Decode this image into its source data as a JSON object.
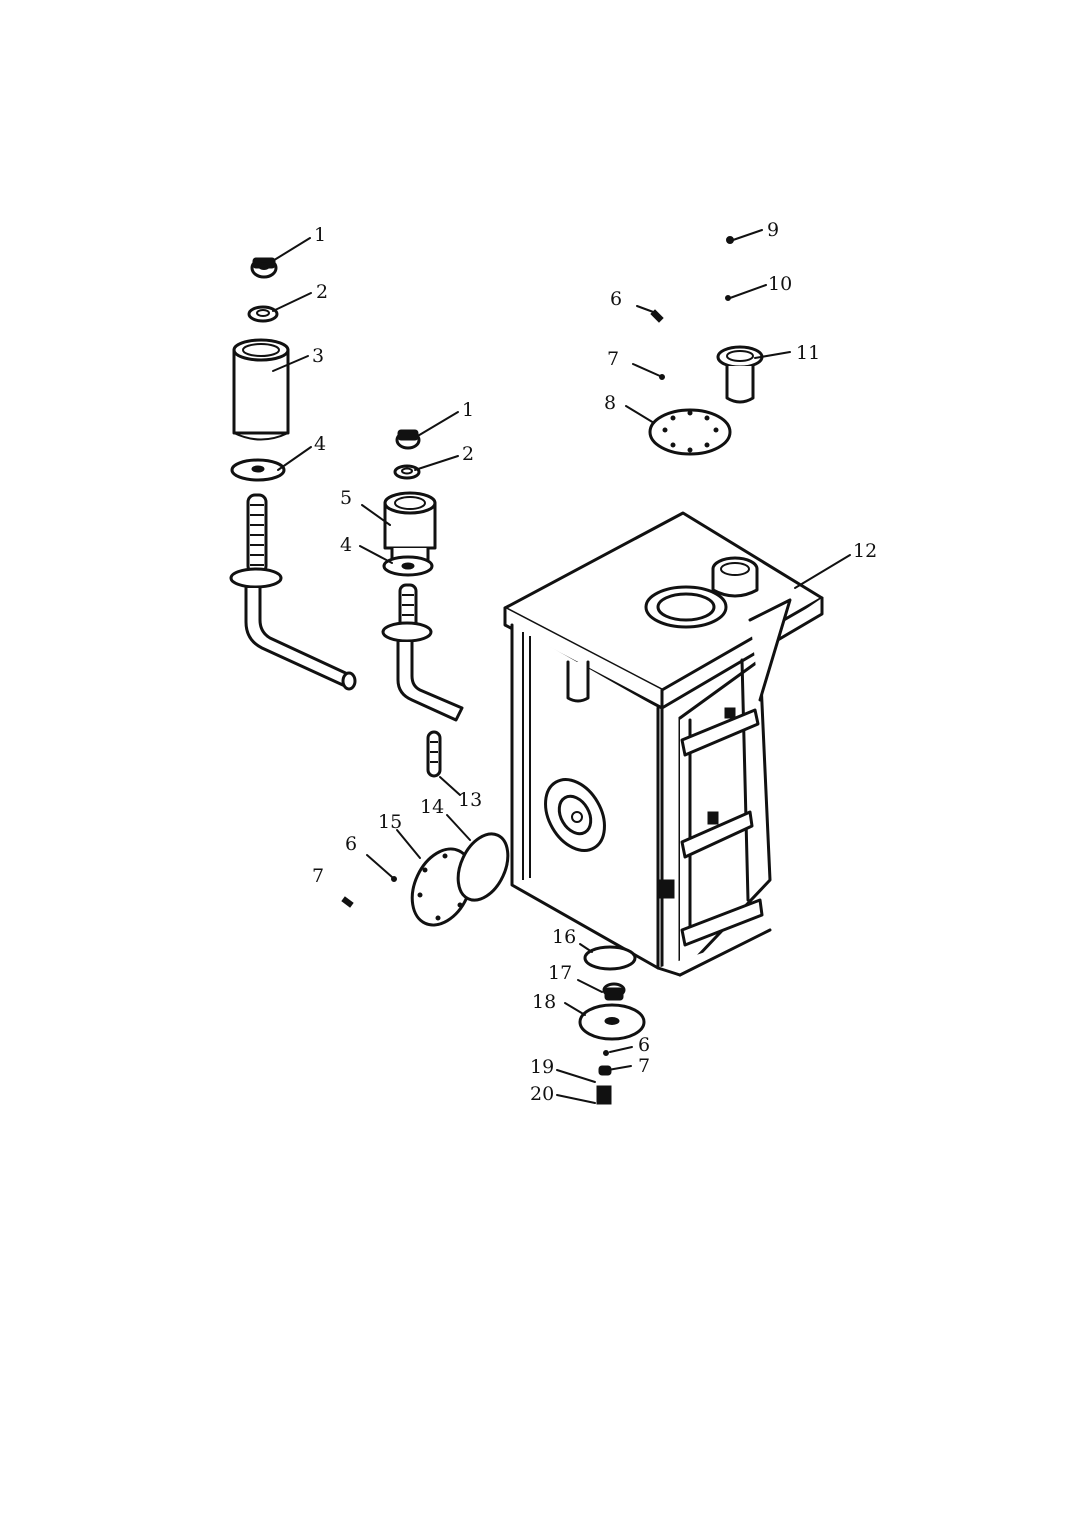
{
  "callouts": [
    {
      "id": "c1a",
      "text": "1"
    },
    {
      "id": "c2a",
      "text": "2"
    },
    {
      "id": "c3",
      "text": "3"
    },
    {
      "id": "c4a",
      "text": "4"
    },
    {
      "id": "c1b",
      "text": "1"
    },
    {
      "id": "c2b",
      "text": "2"
    },
    {
      "id": "c5",
      "text": "5"
    },
    {
      "id": "c4b",
      "text": "4"
    },
    {
      "id": "c9",
      "text": "9"
    },
    {
      "id": "c10",
      "text": "10"
    },
    {
      "id": "c6a",
      "text": "6"
    },
    {
      "id": "c11",
      "text": "11"
    },
    {
      "id": "c7a",
      "text": "7"
    },
    {
      "id": "c8",
      "text": "8"
    },
    {
      "id": "c12",
      "text": "12"
    },
    {
      "id": "c13",
      "text": "13"
    },
    {
      "id": "c15",
      "text": "15"
    },
    {
      "id": "c14",
      "text": "14"
    },
    {
      "id": "c6b",
      "text": "6"
    },
    {
      "id": "c7b",
      "text": "7"
    },
    {
      "id": "c16",
      "text": "16"
    },
    {
      "id": "c17",
      "text": "17"
    },
    {
      "id": "c18",
      "text": "18"
    },
    {
      "id": "c6c",
      "text": "6"
    },
    {
      "id": "c19",
      "text": "19"
    },
    {
      "id": "c7c",
      "text": "7"
    },
    {
      "id": "c20",
      "text": "20"
    }
  ]
}
